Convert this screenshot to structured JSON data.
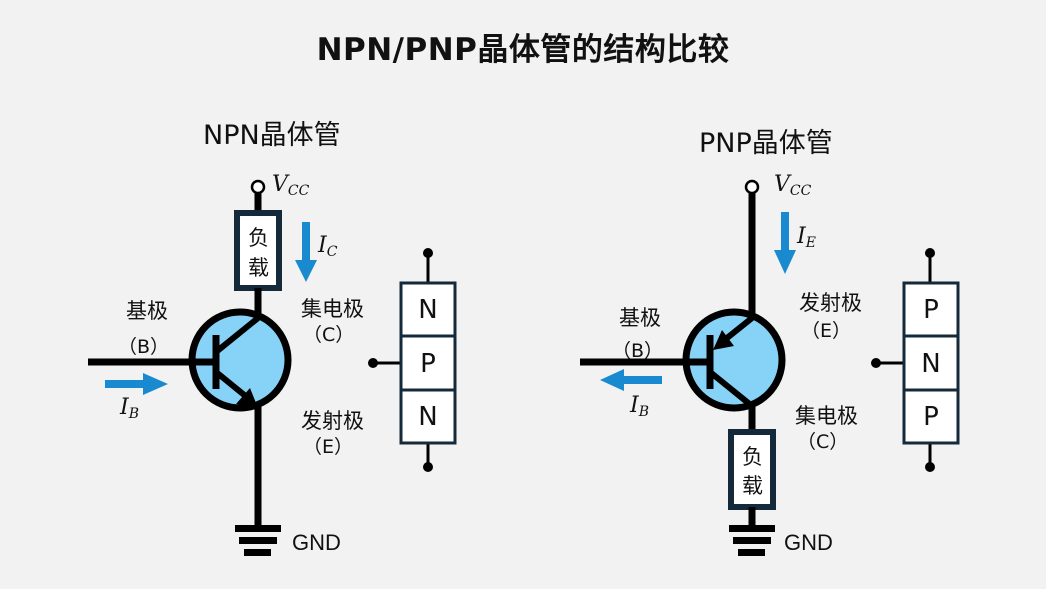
{
  "title": "NPN/PNP晶体管的结构比较",
  "colors": {
    "background": "#f2f2f2",
    "transistor_fill": "#87d3f8",
    "current_arrow": "#1a8ad0",
    "box_border": "#14293a",
    "wire": "#000000"
  },
  "npn": {
    "heading": "NPN晶体管",
    "supply": {
      "symbol": "V",
      "subscript": "CC"
    },
    "load_label": [
      "负",
      "载"
    ],
    "current_main": {
      "symbol": "I",
      "subscript": "C",
      "direction": "down"
    },
    "base": {
      "label": "基极",
      "letter": "（B）"
    },
    "collector": {
      "label": "集电极",
      "letter": "（C）"
    },
    "emitter": {
      "label": "发射极",
      "letter": "（E）"
    },
    "current_base": {
      "symbol": "I",
      "subscript": "B",
      "direction": "right"
    },
    "ground_label": "GND",
    "layers": [
      "N",
      "P",
      "N"
    ]
  },
  "pnp": {
    "heading": "PNP晶体管",
    "supply": {
      "symbol": "V",
      "subscript": "CC"
    },
    "load_label": [
      "负",
      "载"
    ],
    "current_main": {
      "symbol": "I",
      "subscript": "E",
      "direction": "down"
    },
    "base": {
      "label": "基极",
      "letter": "（B）"
    },
    "emitter": {
      "label": "发射极",
      "letter": "（E）"
    },
    "collector": {
      "label": "集电极",
      "letter": "（C）"
    },
    "current_base": {
      "symbol": "I",
      "subscript": "B",
      "direction": "left"
    },
    "ground_label": "GND",
    "layers": [
      "P",
      "N",
      "P"
    ]
  }
}
